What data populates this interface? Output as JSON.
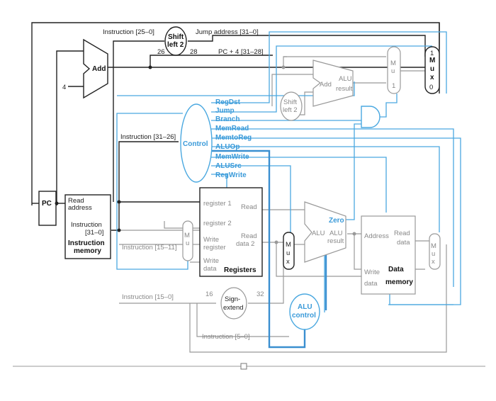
{
  "labels": {
    "instr_25_0": "Instruction [25–0]",
    "jump_addr": "Jump address [31–0]",
    "shift_left_top": "Shift",
    "shift_left_top2": "left 2",
    "num_26": "26",
    "num_28": "28",
    "pc4": "PC + 4 [31–28]",
    "add": "Add",
    "four": "4",
    "pc": "PC",
    "read_address": "Read",
    "read_address2": "address",
    "instruction": "Instruction",
    "instr_31_0": "[31–0]",
    "instr_memory": "Instruction",
    "instr_memory2": "memory",
    "instr_31_26": "Instruction [31–26]",
    "control": "Control",
    "instr_15_11": "Instruction [15–11]",
    "instr_15_0": "Instruction [15–0]",
    "instr_5_0": "Instruction [5–0]",
    "num_16": "16",
    "num_32": "32",
    "sign": "Sign-",
    "extend": "extend",
    "alu_control": "ALU",
    "alu_control2": "control",
    "shift_left_mid": "Shift",
    "shift_left_mid2": "left 2",
    "add_alu": "Add",
    "alu_result_top": "ALU",
    "alu_result_top2": "result",
    "zero": "Zero",
    "alu_main": "ALU",
    "alu_result_main": "ALU",
    "alu_result_main2": "result",
    "registers": {
      "read_reg1": "register 1",
      "read1": "Read",
      "read_reg2": "register 2",
      "write_reg": "Write",
      "write_reg2": "register",
      "read_data2": "Read",
      "read_data2b": "data 2",
      "write_data": "Write",
      "write_data2": "data",
      "title": "Registers"
    },
    "datamem": {
      "address": "Address",
      "read_data": "Read",
      "read_data2": "data",
      "write_data": "Write",
      "write_data2": "data",
      "data": "Data",
      "memory": "memory"
    },
    "control_signals": [
      "RegDst",
      "Jump",
      "Branch",
      "MemRead",
      "MemtoReg",
      "ALUOp",
      "MemWrite",
      "ALUSrc",
      "RegWrite"
    ],
    "mux": "M\nu\nx",
    "mux_0": "0",
    "mux_1": "1"
  },
  "colors": {
    "wire": "#222222",
    "wire_gray": "#999999",
    "control_blue": "#4aa8e0"
  }
}
